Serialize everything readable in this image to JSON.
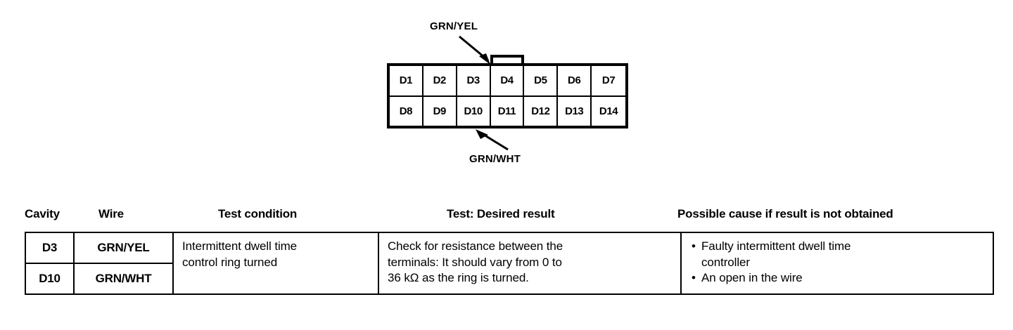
{
  "diagram": {
    "name": "14-pin connector terminal layout",
    "callouts": [
      {
        "id": "grn-yel",
        "label": "GRN/YEL",
        "points_to_cavity": "D3"
      },
      {
        "id": "grn-wht",
        "label": "GRN/WHT",
        "points_to_cavity": "D10"
      }
    ],
    "connector": {
      "rows": [
        [
          "D1",
          "D2",
          "D3",
          "D4",
          "D5",
          "D6",
          "D7"
        ],
        [
          "D8",
          "D9",
          "D10",
          "D11",
          "D12",
          "D13",
          "D14"
        ]
      ]
    }
  },
  "table": {
    "headers": {
      "cavity": "Cavity",
      "wire": "Wire",
      "condition": "Test condition",
      "result": "Test: Desired result",
      "cause": "Possible cause if result is not obtained"
    },
    "rows": [
      {
        "cavity": "D3",
        "wire": "GRN/YEL"
      },
      {
        "cavity": "D10",
        "wire": "GRN/WHT"
      }
    ],
    "condition_lines": [
      "Intermittent dwell time",
      "control ring turned"
    ],
    "result_lines": [
      "Check for resistance between the",
      "terminals: It should vary from 0 to",
      "36 kΩ as the ring is turned."
    ],
    "causes": [
      [
        "Faulty intermittent dwell time",
        "controller"
      ],
      [
        "An open in the wire"
      ]
    ]
  },
  "colors": {
    "ink": "#000000",
    "paper": "#ffffff"
  }
}
